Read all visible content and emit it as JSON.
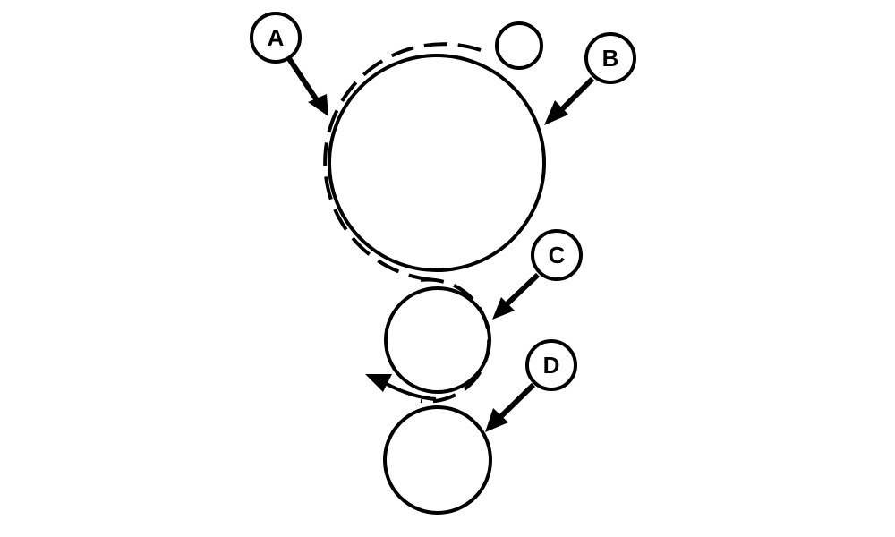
{
  "diagram": {
    "type": "pulley / roller belt routing diagram",
    "stroke_color": "#000000",
    "background": "#ffffff",
    "callouts": [
      {
        "id": "A",
        "label": "A",
        "points_to": "dashed belt path around large roller"
      },
      {
        "id": "B",
        "label": "B",
        "points_to": "large upper roller"
      },
      {
        "id": "C",
        "label": "C",
        "points_to": "dashed belt path around middle roller"
      },
      {
        "id": "D",
        "label": "D",
        "points_to": "lower roller"
      }
    ],
    "components": [
      {
        "name": "large-roller",
        "shape": "circle"
      },
      {
        "name": "small-idler",
        "shape": "circle"
      },
      {
        "name": "middle-roller",
        "shape": "circle"
      },
      {
        "name": "lower-roller",
        "shape": "circle"
      },
      {
        "name": "belt-path",
        "style": "dashed"
      },
      {
        "name": "direction-arrow",
        "direction": "left"
      }
    ]
  }
}
